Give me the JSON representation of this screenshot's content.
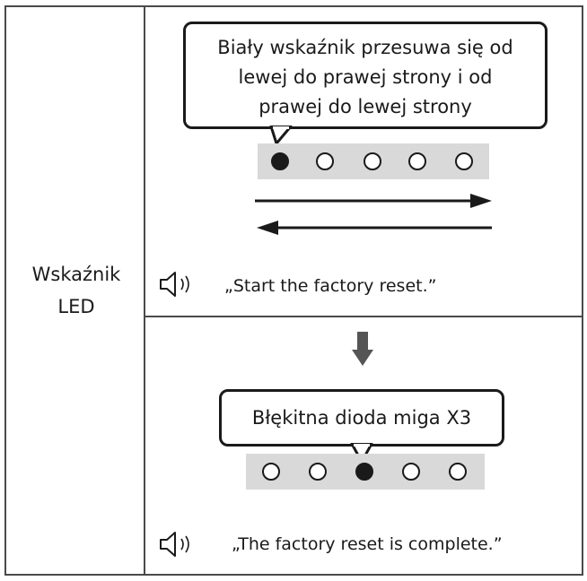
{
  "row_label": {
    "line1": "Wskaźnik",
    "line2": "LED"
  },
  "step1": {
    "bubble_lines": [
      "Biały wskaźnik przesuwa się od",
      "lewej do prawej strony i od",
      "prawej do lewej strony"
    ],
    "leds": [
      true,
      false,
      false,
      false,
      false
    ],
    "voice": "„Start the factory reset.”"
  },
  "step2": {
    "bubble": "Błękitna dioda miga X3",
    "leds": [
      false,
      false,
      true,
      false,
      false
    ],
    "voice": "„The factory reset is complete.”"
  },
  "icons": {
    "speaker": "speaker-sound-icon",
    "arrow_right": "arrow-right-icon",
    "arrow_left": "arrow-left-icon",
    "arrow_down": "arrow-down-icon"
  }
}
